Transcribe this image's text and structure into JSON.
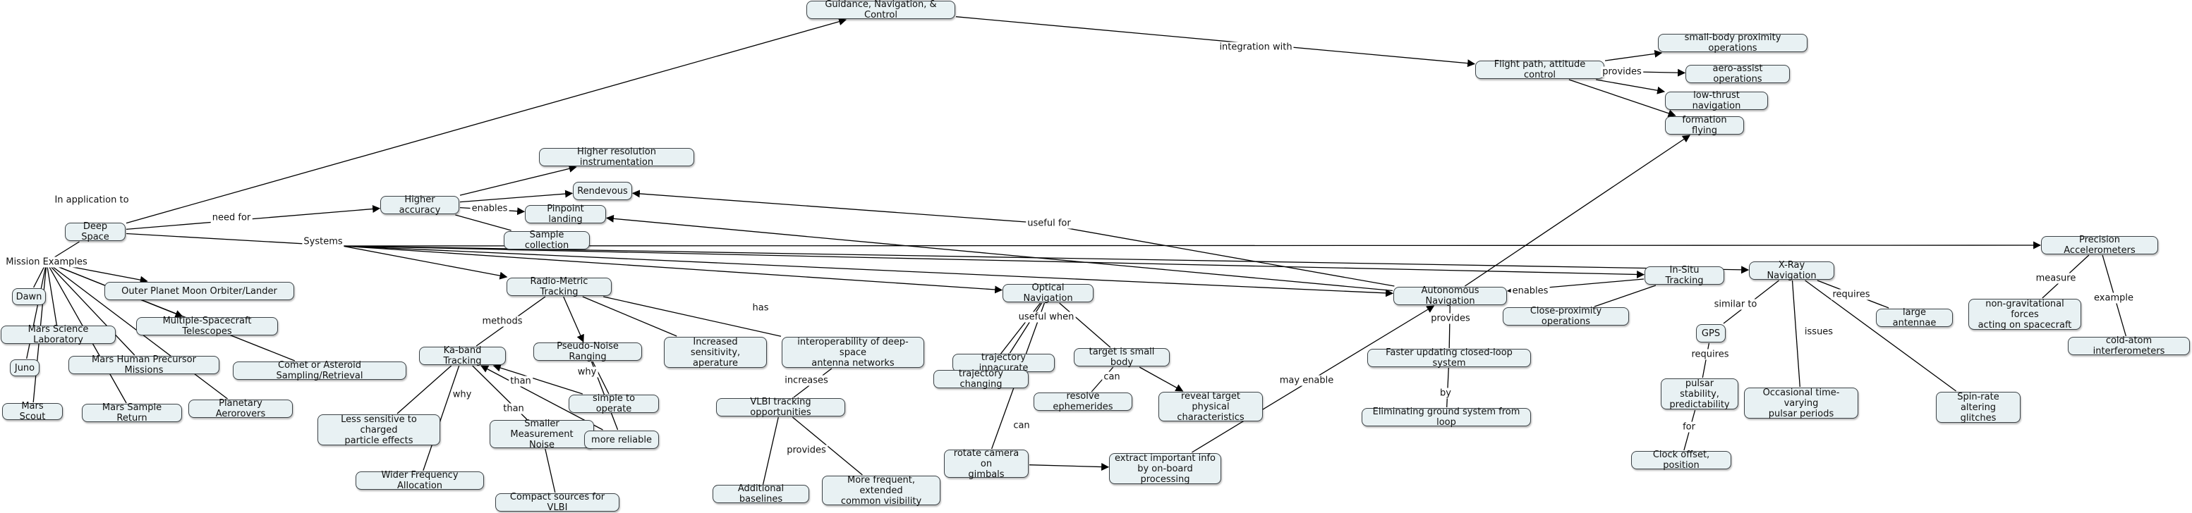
{
  "nodes": {
    "gnc": "Guidance, Navigation, & Control",
    "flight_path": "Flight path, attitude control",
    "small_body": "small-body proximity operations",
    "aero_assist": "aero-assist operations",
    "low_thrust": "low-thrust navigation",
    "formation": "formation flying",
    "higher_res": "Higher resolution instrumentation",
    "rendevous": "Rendevous",
    "higher_accuracy": "Higher accuracy",
    "pinpoint": "Pinpoint landing",
    "sample_collection": "Sample collection",
    "deep_space": "Deep Space",
    "dawn": "Dawn",
    "outer_planet": "Outer Planet Moon Orbiter/Lander",
    "mars_science": "Mars Science Laboratory",
    "multi_telescopes": "Multiple-Spacecraft Telescopes",
    "juno": "Juno",
    "mars_human": "Mars Human Precursor Missions",
    "comet": "Comet or Asteroid Sampling/Retrieval",
    "mars_scout": "Mars Scout",
    "mars_sample": "Mars Sample Return",
    "aerorovers": "Planetary Aerorovers",
    "radio_metric": "Radio-Metric Tracking",
    "ka_band": "Ka-band Tracking",
    "pseudo_noise": "Pseudo-Noise Ranging",
    "increased_sens": "Increased sensitivity,\naperature",
    "interop": "interoperability of deep-space\nantenna networks",
    "simple": "simple to operate",
    "less_sensitive": "Less sensitive to charged\nparticle effects",
    "smaller_noise": "Smaller Measurement\nNoise",
    "more_reliable": "more reliable",
    "wider_freq": "Wider Frequency Allocation",
    "compact": "Compact sources for VLBI",
    "vlbi": "VLBI tracking opportunities",
    "additional_baselines": "Additional baselines",
    "more_frequent": "More frequent, extended\ncommon visibility",
    "optical": "Optical Navigation",
    "traj_innacurate": "trajectory innacurate",
    "traj_changing": "trajectory changing",
    "small_body_target": "target is small body",
    "resolve_eph": "resolve ephemerides",
    "reveal": "reveal target physical\ncharacteristics",
    "rotate_camera": "rotate camera on\ngimbals",
    "extract": "extract important info\nby on-board processing",
    "autonomous": "Autonomous Navigation",
    "faster_loop": "Faster updating closed-loop system",
    "eliminating": "Eliminating ground system from loop",
    "close_prox": "Close-proximity operations",
    "in_situ": "In-Situ Tracking",
    "xray": "X-Ray Navigation",
    "gps": "GPS",
    "large_ant": "large antennae",
    "pulsar_stab": "pulsar stability,\npredictability",
    "occasional": "Occasional time-varying\npulsar periods",
    "spin_rate": "Spin-rate altering\nglitches",
    "clock": "Clock offset, position",
    "precision_acc": "Precision Accelerometers",
    "non_grav": "non-gravitational forces\nacting on spacecraft",
    "cold_atom": "cold-atom interferometers"
  },
  "links": {
    "in_application_to": "In application to",
    "integration_with": "integration with",
    "provides_1": "provides",
    "need_for": "need for",
    "enables_1": "enables",
    "useful_for": "useful for",
    "mission_examples": "Mission Examples",
    "systems": "Systems",
    "methods": "methods",
    "has": "has",
    "why_1": "why",
    "than_1": "than",
    "why_2": "why",
    "than_2": "than",
    "increases": "increases",
    "provides_2": "provides",
    "useful_when": "useful when",
    "can_1": "can",
    "can_2": "can",
    "may_enable": "may enable",
    "provides_3": "provides",
    "by": "by",
    "enables_2": "enables",
    "similar_to": "similar to",
    "requires_1": "requires",
    "issues": "issues",
    "requires_2": "requires",
    "for": "for",
    "measure": "measure",
    "example": "example"
  },
  "colors": {
    "node_fill": "#e8f1f3",
    "node_border": "#3d4347",
    "line": "#000000"
  }
}
